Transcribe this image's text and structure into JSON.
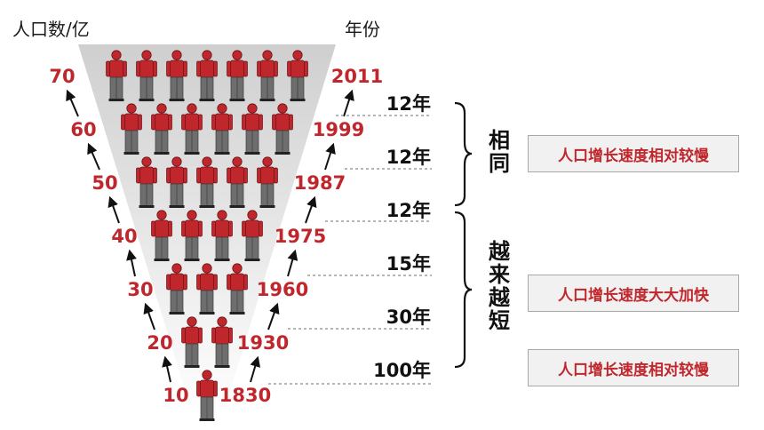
{
  "header": {
    "population_label": "人口数/亿",
    "year_label": "年份"
  },
  "levels": [
    {
      "population": "70",
      "year": "2011",
      "people": 7
    },
    {
      "population": "60",
      "year": "1999",
      "people": 6
    },
    {
      "population": "50",
      "year": "1987",
      "people": 5
    },
    {
      "population": "40",
      "year": "1975",
      "people": 4
    },
    {
      "population": "30",
      "year": "1960",
      "people": 3
    },
    {
      "population": "20",
      "year": "1930",
      "people": 2
    },
    {
      "population": "10",
      "year": "1830",
      "people": 1
    }
  ],
  "intervals": [
    "12年",
    "12年",
    "12年",
    "15年",
    "30年",
    "100年"
  ],
  "groups": [
    {
      "label": "相同",
      "chars": [
        "相",
        "同"
      ]
    },
    {
      "label": "越来越短",
      "chars": [
        "越",
        "来",
        "越",
        "短"
      ]
    }
  ],
  "notes": [
    "人口增长速度相对较慢",
    "人口增长速度大大加快",
    "人口增长速度相对较慢"
  ],
  "colors": {
    "accent": "#c0272d",
    "shirt": "#c0272d",
    "pants": "#6e6e6e",
    "funnel": "#d9d9d9"
  }
}
